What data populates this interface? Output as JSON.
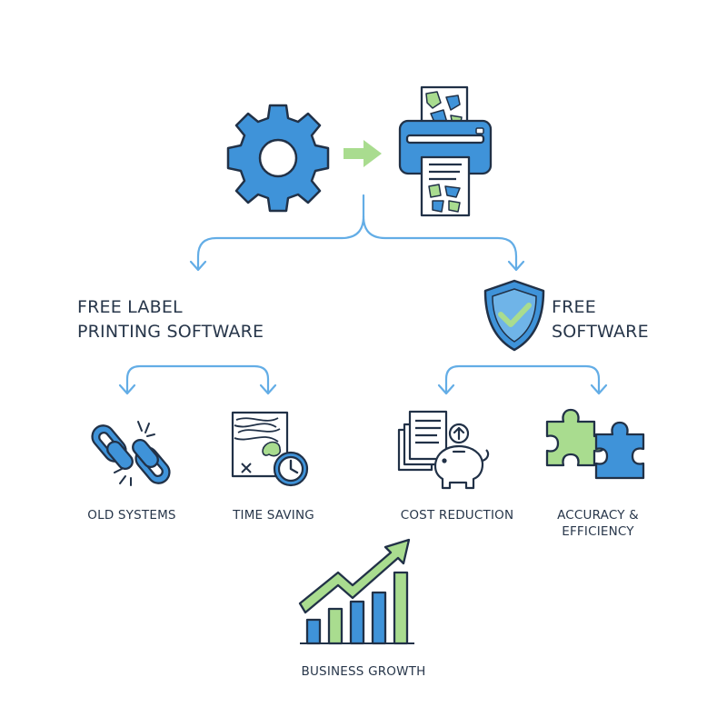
{
  "colors": {
    "blue": "#3f93d9",
    "green": "#a9dc8f",
    "outline": "#213147",
    "arrow": "#63ade6",
    "text": "#27364a"
  },
  "nodes": {
    "free_label_printing_software": {
      "line1": "FREE LABEL",
      "line2": "PRINTING SOFTWARE"
    },
    "free_software": {
      "line1": "FREE",
      "line2": "SOFTWARE"
    },
    "old_systems": "OLD SYSTEMS",
    "time_saving": "TIME SAVING",
    "cost_reduction": "COST REDUCTION",
    "accuracy_efficiency": {
      "line1": "ACCURACY &",
      "line2": "EFFICIENCY"
    },
    "business_growth": "BUSINESS GROWTH"
  },
  "icons": [
    "gear-icon",
    "arrow-right-icon",
    "printer-icon",
    "shield-check-icon",
    "broken-chain-icon",
    "time-saving-icon",
    "cost-reduction-icon",
    "puzzle-icon",
    "growth-chart-icon"
  ]
}
